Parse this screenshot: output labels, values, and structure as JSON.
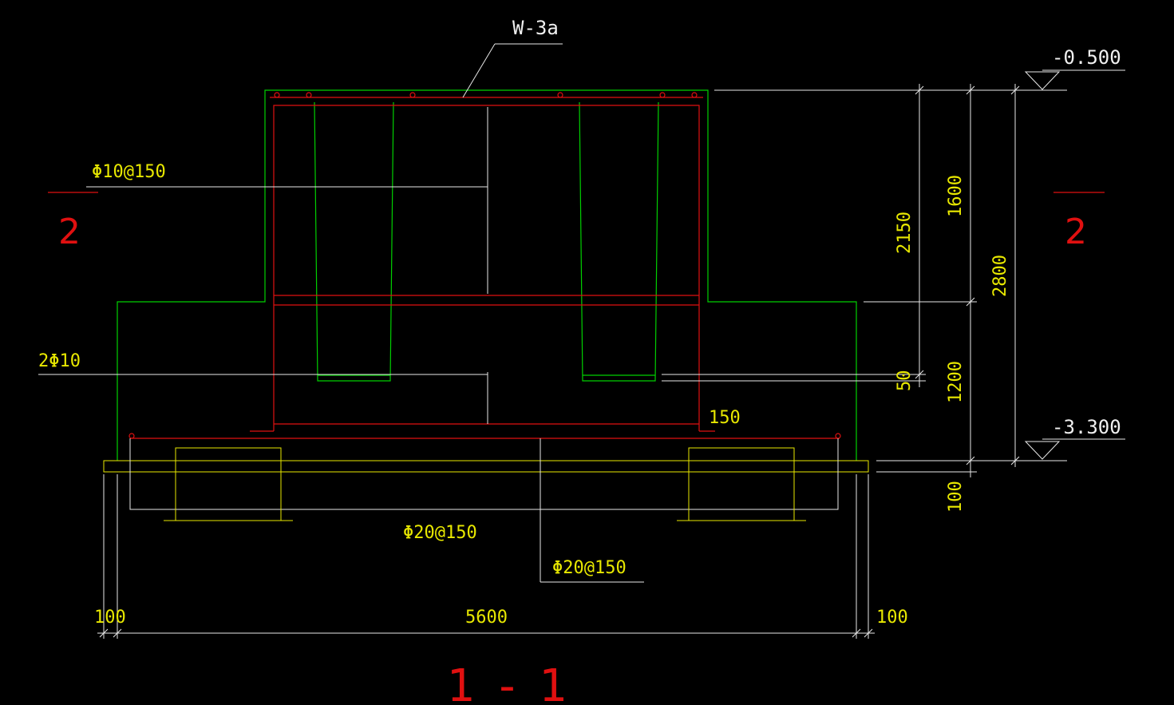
{
  "title_label": "1 - 1",
  "labels": {
    "wall_tag": "W-3a",
    "stirrup": "Φ10@150",
    "bars": "2Φ10",
    "bottom_rebar_1": "Φ20@150",
    "bottom_rebar_2": "Φ20@150",
    "section_mark": "2",
    "section_mark_right": "2"
  },
  "elevations": {
    "top": "-0.500",
    "bottom": "-3.300"
  },
  "dimensions": {
    "d2150": "2150",
    "d1600": "1600",
    "d2800": "2800",
    "d1200": "1200",
    "d50": "50",
    "d100_right": "100",
    "d150": "150",
    "d5600": "5600",
    "d100_left": "100",
    "d100_bottom_right": "100"
  },
  "colors": {
    "background": "#000000",
    "concrete_outline": "#00d000",
    "rebar": "#e01010",
    "leader": "#e8e8e8",
    "dimension": "#e8e800"
  }
}
